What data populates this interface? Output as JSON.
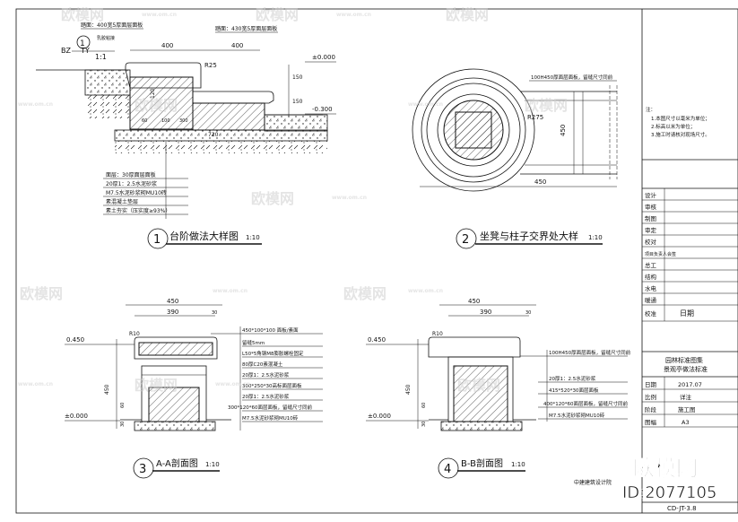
{
  "watermark": {
    "text": "欧模网",
    "url": "www.om.cn"
  },
  "brand": {
    "logo_text": "欧模网",
    "id_text": "ID:2077105"
  },
  "drawings": {
    "d1": {
      "num": "1",
      "title": "台阶做法大样图",
      "scale": "1:10",
      "tag_code": "BZ",
      "tag_sub": "TY",
      "tag_ratio": "1:1",
      "dims": [
        "400",
        "400",
        "R25",
        "150",
        "150",
        "120",
        "720",
        "±0.000",
        "-0.300",
        "60",
        "100",
        "300"
      ],
      "top_notes": [
        "踏面：400宽5厚面层面板",
        "踏面：430宽5厚面层面板",
        "乳胶粘接"
      ],
      "layers": [
        "面层：30厚面层面板",
        "20厚1：2.5水泥砂浆",
        "M7.5水泥砂浆砌MU10砖",
        "素混凝土垫层",
        "素土夯实（压实度≥93%）"
      ]
    },
    "d2": {
      "num": "2",
      "title": "坐凳与柱子交界处大样",
      "scale": "1:10",
      "dims": [
        "R275",
        "450",
        "450",
        "100H450厚面层面板，留缝尺寸同前"
      ]
    },
    "d3": {
      "num": "3",
      "title": "A-A剖面图",
      "scale": "1:10",
      "dims": [
        "450",
        "390",
        "30",
        "R10",
        "0.450",
        "±0.000",
        "450",
        "60",
        "30"
      ],
      "notes": [
        "450*100*100 面板/素面",
        "留缝5mm",
        "L50*5角钢M8膨胀螺栓固定",
        "80厚C20素混凝土",
        "20厚1：2.5水泥砂浆",
        "300*250*30高标面层面板",
        "20厚1：2.5水泥砂浆",
        "300*120*60面层面板，留缝尺寸同前",
        "M7.5水泥砂浆砌MU10砖"
      ]
    },
    "d4": {
      "num": "4",
      "title": "B-B剖面图",
      "scale": "1:10",
      "dims": [
        "450",
        "390",
        "30",
        "R10",
        "0.450",
        "±0.000",
        "450",
        "60",
        "30"
      ],
      "notes": [
        "100H450厚面层面板，留缝尺寸同前",
        "20厚1：2.5水泥砂浆",
        "415*520*30面层面板",
        "400*120*60面层面板，留缝尺寸同前",
        "M7.5水泥砂浆砌MU10砖"
      ]
    }
  },
  "title_block": {
    "notes": [
      "注：",
      "1.本图尺寸以毫米为单位；",
      "2.标高以米为单位；",
      "3.施工时请核对现场尺寸。"
    ],
    "rows": [
      "设计",
      "审核",
      "制图",
      "审定",
      "校对",
      "项目负责人会签",
      "总工",
      "结构",
      "水电",
      "暖通",
      "校准"
    ],
    "stamp": "日期",
    "project_lines": [
      "园林标准图集",
      "景观亭做法标准"
    ],
    "meta": [
      {
        "k": "日期",
        "v": "2017.07"
      },
      {
        "k": "比例",
        "v": "详注"
      },
      {
        "k": "阶段",
        "v": "施工图"
      },
      {
        "k": "图幅",
        "v": "A3"
      }
    ],
    "firm": "中建建筑设计院",
    "drawing_no": "CD-JT-3.8"
  }
}
